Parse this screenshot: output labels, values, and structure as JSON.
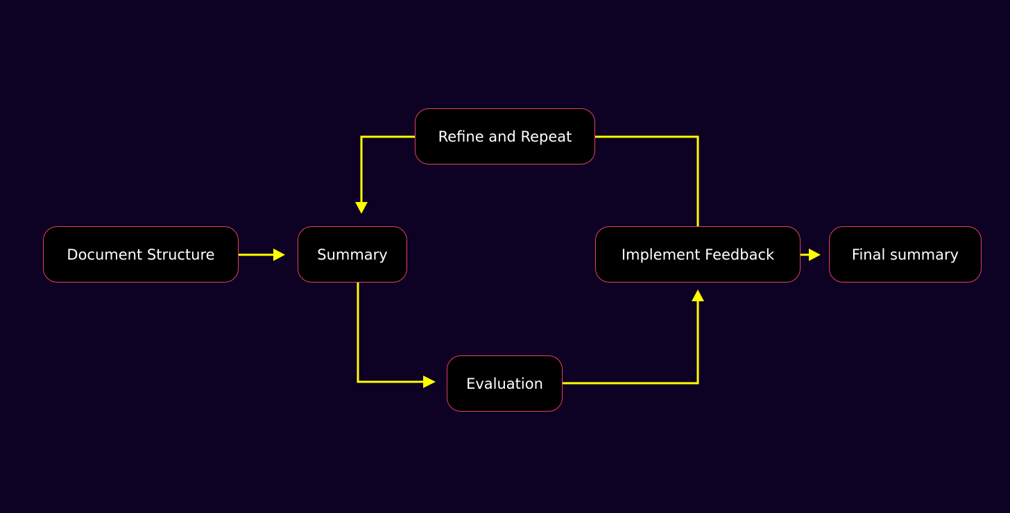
{
  "diagram": {
    "nodes": {
      "document_structure": "Document Structure",
      "summary": "Summary",
      "refine_and_repeat": "Refine and Repeat",
      "evaluation": "Evaluation",
      "implement_feedback": "Implement Feedback",
      "final_summary": "Final summary"
    },
    "colors": {
      "background": "#0d0223",
      "node_fill": "#000000",
      "node_border": "#e8405e",
      "arrow": "#ffff00",
      "text": "#ffffff"
    }
  }
}
